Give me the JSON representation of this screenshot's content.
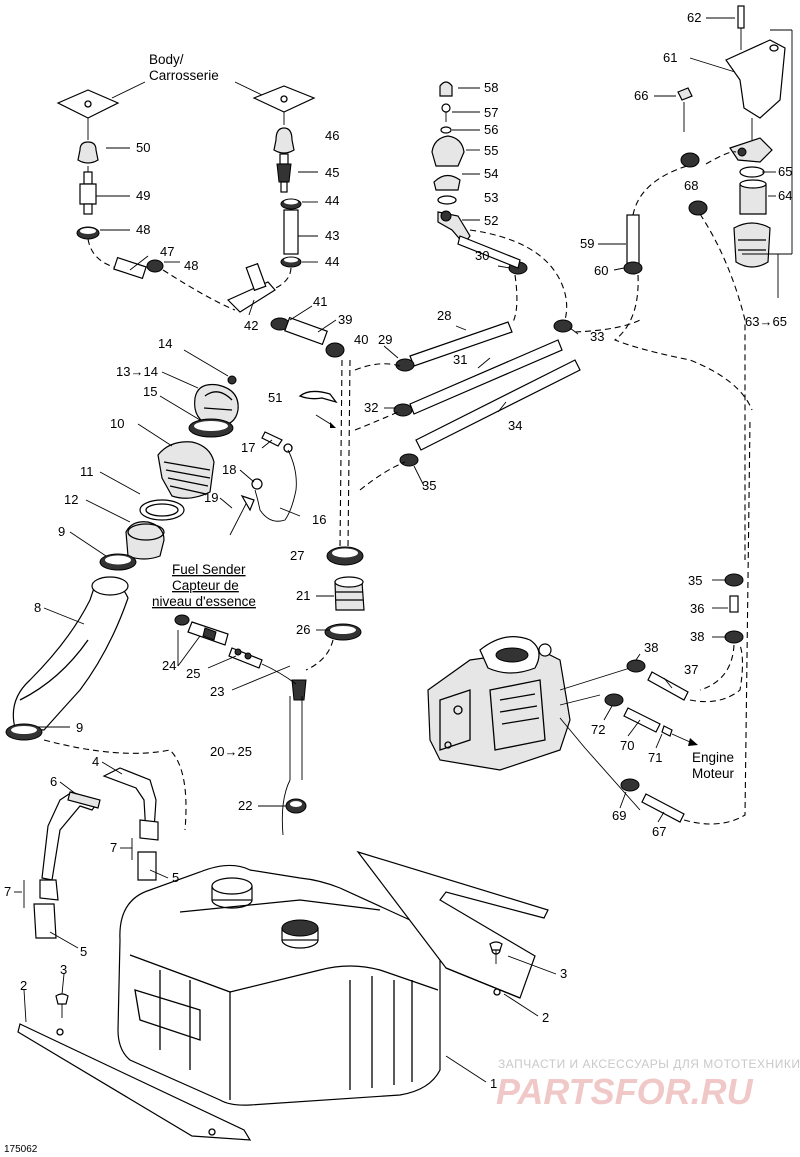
{
  "notes": {
    "body_en": "Body/",
    "body_fr": "Carrosserie",
    "fuel_sender_en": "Fuel Sender",
    "fuel_sender_fr1": "Capteur de",
    "fuel_sender_fr2": "niveau d'essence",
    "engine_en": "Engine",
    "engine_fr": "Moteur"
  },
  "callouts": {
    "c62": "62",
    "c61": "61",
    "c66": "66",
    "c65": "65",
    "c64": "64",
    "c68": "68",
    "c6365": "63→65",
    "c58": "58",
    "c57": "57",
    "c56": "56",
    "c55": "55",
    "c54": "54",
    "c53": "53",
    "c52": "52",
    "c59": "59",
    "c60": "60",
    "c33": "33",
    "c30": "30",
    "c28": "28",
    "c31": "31",
    "c34": "34",
    "c29": "29",
    "c32": "32",
    "c35a": "35",
    "c50": "50",
    "c49": "49",
    "c48a": "48",
    "c47": "47",
    "c48b": "48",
    "c46": "46",
    "c45": "45",
    "c44a": "44",
    "c43": "43",
    "c44b": "44",
    "c41": "41",
    "c39": "39",
    "c42": "42",
    "c40": "40",
    "c14": "14",
    "c1314": "13→14",
    "c15": "15",
    "c51": "51",
    "c10": "10",
    "c17": "17",
    "c18": "18",
    "c19": "19",
    "c16": "16",
    "c11": "11",
    "c12": "12",
    "c9a": "9",
    "c27": "27",
    "c21": "21",
    "c26": "26",
    "c8": "8",
    "c24": "24",
    "c25": "25",
    "c23": "23",
    "c9b": "9",
    "c2025": "20→25",
    "c22": "22",
    "c4": "4",
    "c6": "6",
    "c7a": "7",
    "c5a": "5",
    "c7b": "7",
    "c5b": "5",
    "c3a": "3",
    "c2a": "2",
    "c1": "1",
    "c3b": "3",
    "c2b": "2",
    "c35b": "35",
    "c36": "36",
    "c38a": "38",
    "c38b": "38",
    "c37": "37",
    "c72": "72",
    "c70": "70",
    "c71": "71",
    "c69": "69",
    "c67": "67"
  },
  "figure_code": "175062",
  "watermark": {
    "line1": "ЗАПЧАСТИ И АКСЕССУАРЫ ДЛЯ МОТОТЕХНИКИ",
    "line2": "PARTSFOR.RU"
  }
}
